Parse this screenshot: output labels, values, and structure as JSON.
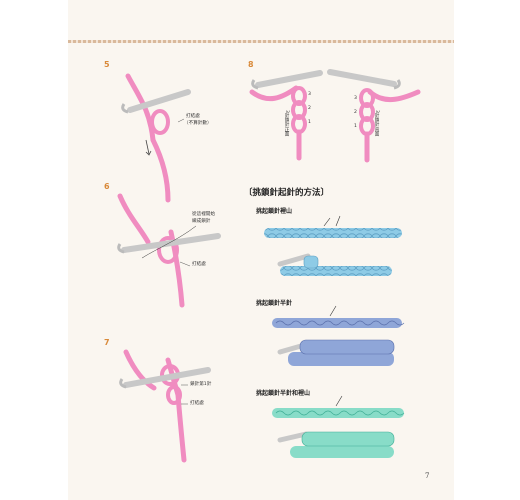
{
  "steps": {
    "s5": {
      "number": "5",
      "label_point": "打結處",
      "label_note": "（不算針數）"
    },
    "s6": {
      "number": "6",
      "label_from_1": "從這裡開始",
      "label_from_2": "織成鎖針",
      "label_point": "打結處"
    },
    "s7": {
      "number": "7",
      "label_first": "鎖針第1針",
      "label_point": "打結處"
    },
    "s8": {
      "number": "8",
      "num_3": "3",
      "num_2": "2",
      "num_1": "1",
      "label_front": "3針鎖針正面",
      "label_back": "3針鎖針背面"
    }
  },
  "section": {
    "heading": "〔挑鎖針起針的方法〕",
    "methods": [
      {
        "label": "挑起鎖針裡山",
        "color": "#8ecbe6"
      },
      {
        "label": "挑起鎖針半針",
        "color": "#8fa6d8"
      },
      {
        "label": "挑起鎖針半針和裡山",
        "color": "#88dcc8"
      }
    ]
  },
  "colors": {
    "yarn_pink": "#f08cc0",
    "hook": "#c8c8c8",
    "accent_orange": "#d98a3a"
  },
  "page_number": "7"
}
